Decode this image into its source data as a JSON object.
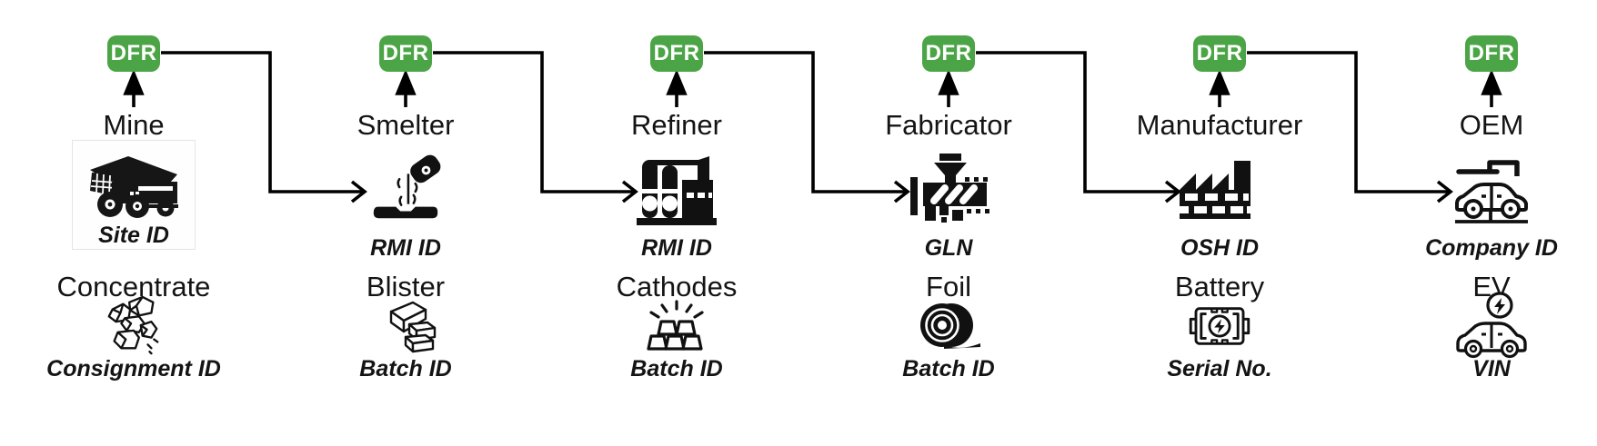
{
  "badge": {
    "label": "DFR",
    "background_color": "#4ba446",
    "text_color": "#ffffff"
  },
  "flow": {
    "direction": "left-to-right",
    "connector_color": "#000000"
  },
  "stages": [
    {
      "name": "Mine",
      "icon": "mine-truck",
      "id_label": "Site ID",
      "product": {
        "name": "Concentrate",
        "icon": "ore-rocks",
        "id_label": "Consignment ID"
      }
    },
    {
      "name": "Smelter",
      "icon": "smelter-pour",
      "id_label": "RMI ID",
      "product": {
        "name": "Blister",
        "icon": "metal-ingots",
        "id_label": "Batch ID"
      }
    },
    {
      "name": "Refiner",
      "icon": "refinery-plant",
      "id_label": "RMI ID",
      "product": {
        "name": "Cathodes",
        "icon": "shining-bars",
        "id_label": "Batch ID"
      }
    },
    {
      "name": "Fabricator",
      "icon": "extruder-machine",
      "id_label": "GLN",
      "product": {
        "name": "Foil",
        "icon": "foil-roll",
        "id_label": "Batch ID"
      }
    },
    {
      "name": "Manufacturer",
      "icon": "factory",
      "id_label": "OSH ID",
      "product": {
        "name": "Battery",
        "icon": "battery-module",
        "id_label": "Serial No."
      }
    },
    {
      "name": "OEM",
      "icon": "car-assembly",
      "id_label": "Company ID",
      "product": {
        "name": "EV",
        "icon": "electric-car",
        "id_label": "VIN"
      }
    }
  ]
}
